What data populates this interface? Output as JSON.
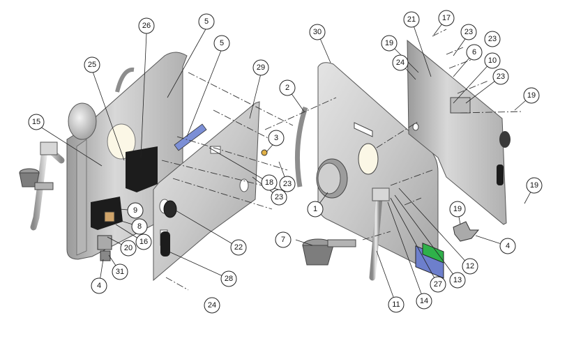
{
  "balloons": [
    "26",
    "5",
    "5",
    "25",
    "29",
    "15",
    "3",
    "18",
    "23",
    "23",
    "9",
    "8",
    "16",
    "20",
    "31",
    "4",
    "22",
    "28",
    "24",
    "30",
    "2",
    "21",
    "19",
    "24",
    "17",
    "23",
    "6",
    "23",
    "10",
    "23",
    "19",
    "19",
    "19",
    "4",
    "1",
    "7",
    "11",
    "14",
    "27",
    "13",
    "12"
  ],
  "colors": {
    "plate": "#c8c8c8",
    "plate_dark": "#8a8a8a",
    "blue": "#7c8fd6",
    "green": "#2fb14a",
    "black": "#1c1c1c",
    "line": "#222222"
  }
}
